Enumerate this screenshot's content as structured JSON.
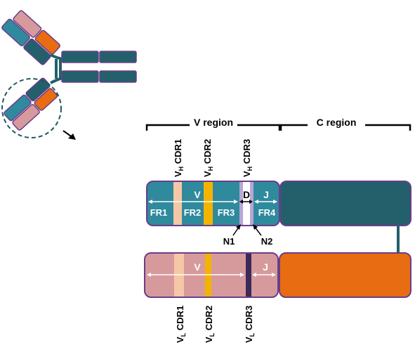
{
  "regions": {
    "v_label": "V region",
    "c_label": "C region"
  },
  "heavy_chain": {
    "cdr1": {
      "base": "V",
      "sub": "H",
      "rest": " CDR1"
    },
    "cdr2": {
      "base": "V",
      "sub": "H",
      "rest": " CDR2"
    },
    "cdr3": {
      "base": "V",
      "sub": "H",
      "rest": " CDR3"
    },
    "v_label": "V",
    "d_label": "D",
    "j_label": "J",
    "fr1": "FR1",
    "fr2": "FR2",
    "fr3": "FR3",
    "fr4": "FR4",
    "n1": "N1",
    "n2": "N2"
  },
  "light_chain": {
    "cdr1": {
      "base": "V",
      "sub": "L",
      "rest": " CDR1"
    },
    "cdr2": {
      "base": "V",
      "sub": "L",
      "rest": " CDR2"
    },
    "cdr3": {
      "base": "V",
      "sub": "L",
      "rest": " CDR3"
    },
    "v_label": "V",
    "j_label": "J"
  },
  "colors": {
    "heavy_variable": "#2f8a9d",
    "heavy_constant": "#23606b",
    "light_variable": "#d79a9c",
    "light_constant": "#e86c12",
    "outline": "#6a3d8a",
    "cdr_light": "#f6c7a6",
    "cdr_mid": "#f3b400",
    "cdr3_heavy": "#b7a6d6",
    "cdr3_light": "#3b2a58",
    "text_white": "#ffffff",
    "text_dark": "#000000"
  }
}
